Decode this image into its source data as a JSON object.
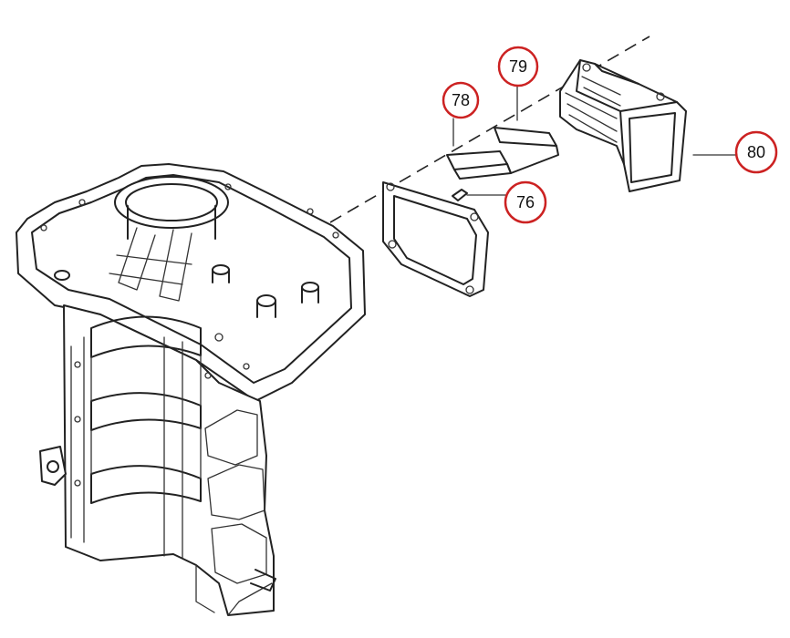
{
  "callouts": {
    "c76": "76",
    "c78": "78",
    "c79": "79",
    "c80": "80"
  },
  "colors": {
    "callout_ring": "#cc2222",
    "line_art": "#222222"
  }
}
